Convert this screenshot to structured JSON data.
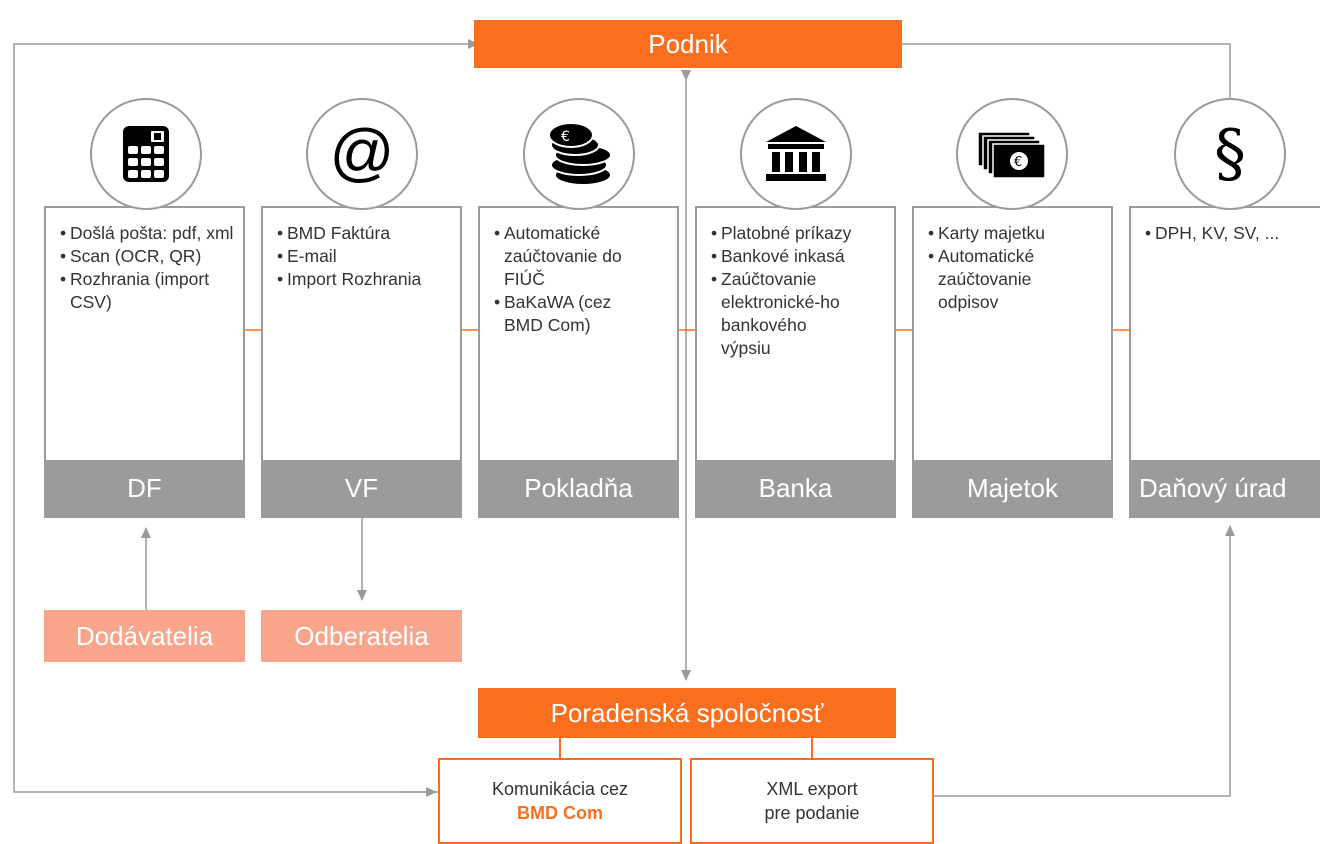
{
  "top": {
    "label": "Podnik"
  },
  "advisor": {
    "label": "Poradenská spoločnosť"
  },
  "suppliers": {
    "label": "Dodávatelia"
  },
  "customers": {
    "label": "Odberatelia"
  },
  "columns": [
    {
      "icon": "calculator-icon",
      "title": "DF",
      "items": [
        "Došlá pošta: pdf, xml",
        "Scan (OCR, QR)",
        "Rozhrania (import CSV)"
      ]
    },
    {
      "icon": "at-sign-icon",
      "title": "VF",
      "items": [
        "BMD Faktúra",
        "E-mail",
        "Import Rozhrania"
      ]
    },
    {
      "icon": "euro-coins-icon",
      "title": "Pokladňa",
      "items": [
        "Automatické zaúčtovanie do FIÚČ",
        "BaKaWA (cez BMD Com)"
      ]
    },
    {
      "icon": "bank-building-icon",
      "title": "Banka",
      "items": [
        "Platobné príkazy",
        "Bankové inkasá",
        "Zaúčtovanie elektronické-ho bankového výpsiu"
      ]
    },
    {
      "icon": "banknotes-icon",
      "title": "Majetok",
      "items": [
        "Karty majetku",
        "Automatické zaúčtovanie odpisov"
      ]
    },
    {
      "icon": "paragraph-icon",
      "title": "Daňový úrad",
      "items": [
        "DPH, KV, SV, ..."
      ]
    }
  ],
  "paragraph_symbol": "§",
  "at_symbol": "@",
  "bottom_left": {
    "line1": "Komunikácia cez",
    "line2": "BMD Com"
  },
  "bottom_right": {
    "line1": "XML export",
    "line2": "pre podanie"
  },
  "colors": {
    "orange": "#fa6e1e",
    "pink": "#f9a58c",
    "gray": "#9b9b9b"
  }
}
